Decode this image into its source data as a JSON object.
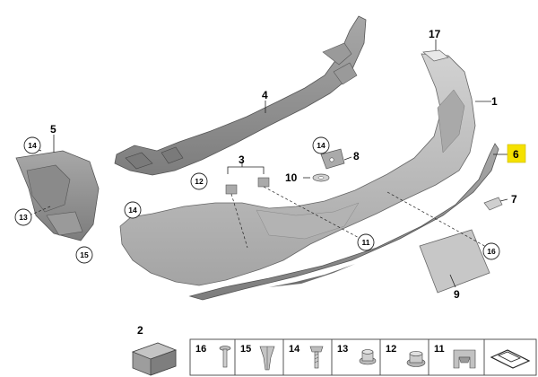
{
  "callouts": {
    "c1": "1",
    "c2": "2",
    "c3": "3",
    "c4": "4",
    "c5": "5",
    "c6": "6",
    "c7": "7",
    "c8": "8",
    "c9": "9",
    "c10": "10",
    "c11": "11",
    "c12": "12",
    "c13": "13",
    "c14": "14",
    "c15": "15",
    "c16": "16",
    "c17": "17"
  },
  "highlight": {
    "color": "#f5e100",
    "part": "6"
  },
  "colors": {
    "part_fill": "#bdbdbd",
    "part_dark": "#8e8e8e",
    "line": "#222222"
  },
  "strip": [
    {
      "num": "16",
      "icon": "expanding-rivet-icon"
    },
    {
      "num": "15",
      "icon": "spreading-nut-icon"
    },
    {
      "num": "14",
      "icon": "trim-screw-icon"
    },
    {
      "num": "13",
      "icon": "collar-nut-icon"
    },
    {
      "num": "12",
      "icon": "hex-nut-icon"
    },
    {
      "num": "11",
      "icon": "clip-icon"
    },
    {
      "num": "",
      "icon": "catalog-symbol-icon"
    }
  ]
}
